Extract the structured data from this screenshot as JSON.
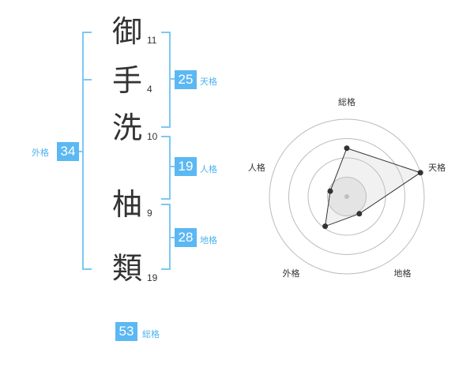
{
  "name_chars": [
    {
      "char": "御",
      "strokes": "11"
    },
    {
      "char": "手",
      "strokes": "4"
    },
    {
      "char": "洗",
      "strokes": "10"
    },
    {
      "char": "柚",
      "strokes": "9"
    },
    {
      "char": "類",
      "strokes": "19"
    }
  ],
  "kaku": {
    "tenkaku": {
      "value": "25",
      "label": "天格"
    },
    "jinkaku": {
      "value": "19",
      "label": "人格"
    },
    "chikaku": {
      "value": "28",
      "label": "地格"
    },
    "gaikaku": {
      "value": "34",
      "label": "外格"
    },
    "soukaku": {
      "value": "53",
      "label": "総格"
    }
  },
  "colors": {
    "accent": "#5bb8f3",
    "bracket": "#7ec8f0",
    "grid": "#bbbbbb",
    "fill": "#eeeeee"
  },
  "chart_data": {
    "type": "radar",
    "axes": [
      "総格",
      "天格",
      "地格",
      "外格",
      "人格"
    ],
    "levels": 4,
    "values": [
      2.5,
      4,
      1.1,
      1.9,
      0.9
    ],
    "max": 4
  }
}
